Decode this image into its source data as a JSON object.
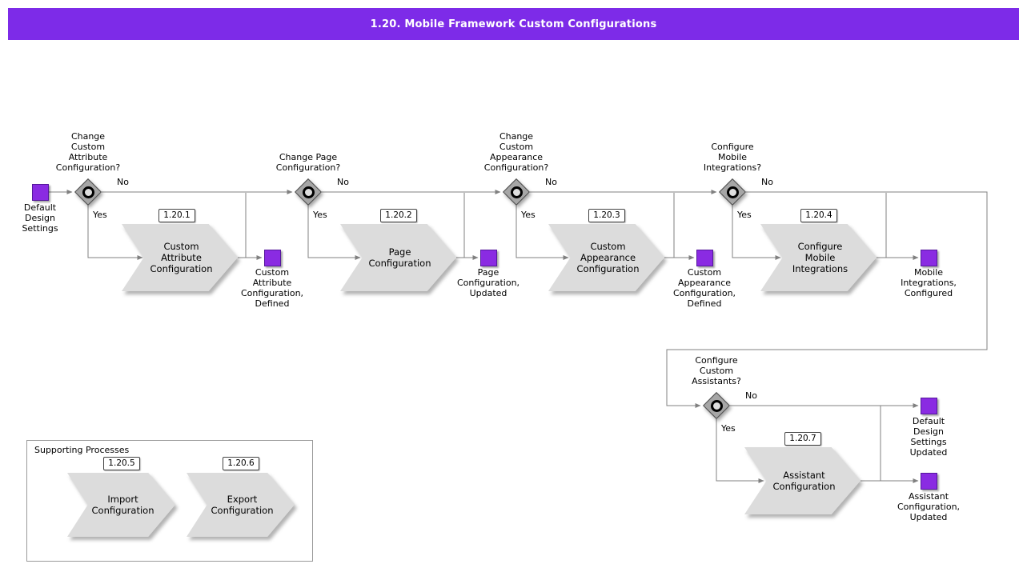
{
  "header": {
    "title": "1.20. Mobile Framework Custom Configurations"
  },
  "colors": {
    "header_bg": "#7d2be8",
    "event_fill": "#8a2be2",
    "process_fill": "#dcdcdc",
    "connector": "#808080"
  },
  "start_event": {
    "label": "Default\nDesign\nSettings"
  },
  "decisions": [
    {
      "question": "Change\nCustom\nAttribute\nConfiguration?",
      "yes_label": "Yes",
      "no_label": "No"
    },
    {
      "question": "Change Page\nConfiguration?",
      "yes_label": "Yes",
      "no_label": "No"
    },
    {
      "question": "Change\nCustom\nAppearance\nConfiguration?",
      "yes_label": "Yes",
      "no_label": "No"
    },
    {
      "question": "Configure\nMobile\nIntegrations?",
      "yes_label": "Yes",
      "no_label": "No"
    },
    {
      "question": "Configure\nCustom\nAssistants?",
      "yes_label": "Yes",
      "no_label": "No"
    }
  ],
  "processes": [
    {
      "badge": "1.20.1",
      "label": "Custom\nAttribute\nConfiguration"
    },
    {
      "badge": "1.20.2",
      "label": "Page\nConfiguration"
    },
    {
      "badge": "1.20.3",
      "label": "Custom\nAppearance\nConfiguration"
    },
    {
      "badge": "1.20.4",
      "label": "Configure\nMobile\nIntegrations"
    },
    {
      "badge": "1.20.7",
      "label": "Assistant\nConfiguration"
    }
  ],
  "events": [
    {
      "label": "Custom\nAttribute\nConfiguration,\nDefined"
    },
    {
      "label": "Page\nConfiguration,\nUpdated"
    },
    {
      "label": "Custom\nAppearance\nConfiguration,\nDefined"
    },
    {
      "label": "Mobile\nIntegrations,\nConfigured"
    },
    {
      "label": "Default\nDesign\nSettings\nUpdated"
    },
    {
      "label": "Assistant\nConfiguration,\nUpdated"
    }
  ],
  "supporting": {
    "title": "Supporting Processes",
    "processes": [
      {
        "badge": "1.20.5",
        "label": "Import\nConfiguration"
      },
      {
        "badge": "1.20.6",
        "label": "Export\nConfiguration"
      }
    ]
  }
}
